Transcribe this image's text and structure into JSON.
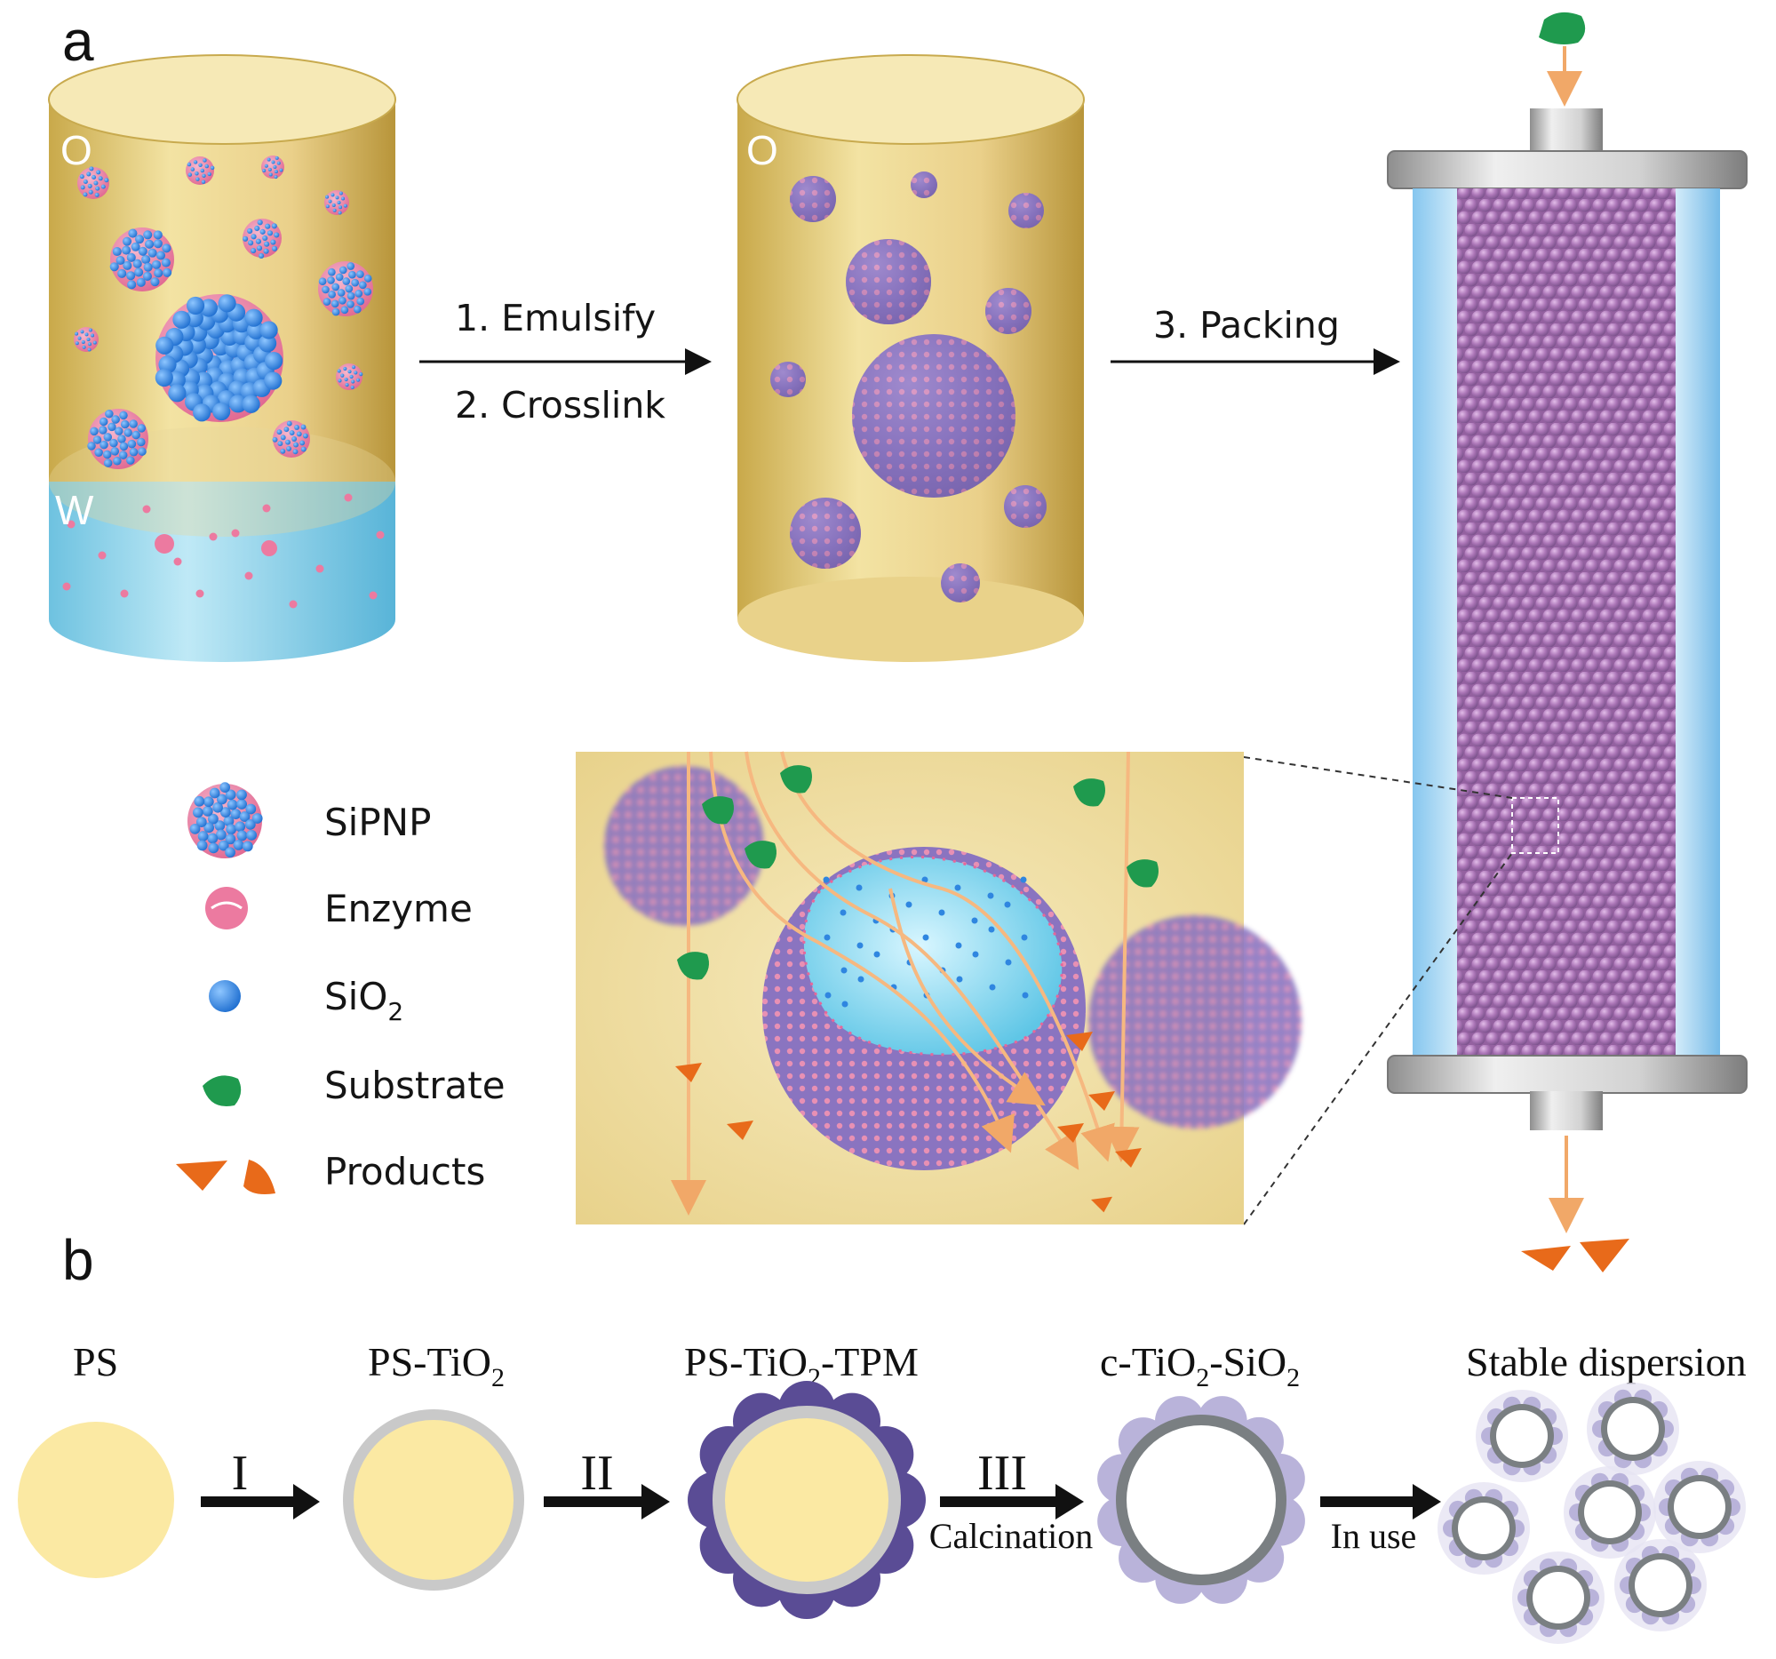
{
  "panel_a": {
    "label": "a",
    "vessel1": {
      "oil_label": "O",
      "water_label": "W"
    },
    "vessel2": {
      "oil_label": "O"
    },
    "arrow1": {
      "step1": "1. Emulsify",
      "step2": "2. Crosslink"
    },
    "arrow2": {
      "step3": "3. Packing"
    },
    "legend": [
      {
        "icon": "sipnp-icon",
        "label": "SiPNP"
      },
      {
        "icon": "enzyme-icon",
        "label": "Enzyme"
      },
      {
        "icon": "sio2-icon",
        "label": "SiO",
        "sub": "2"
      },
      {
        "icon": "substrate-icon",
        "label": "Substrate"
      },
      {
        "icon": "products-icon",
        "label": "Products"
      }
    ],
    "colors": {
      "oil": "#e6cf7a",
      "water": "#8fd4ec",
      "sipnp_shell": "#ec7aa0",
      "sio2": "#2f86e0",
      "substrate": "#1f9a4e",
      "products": "#e86a1a",
      "flow": "#f4b87a",
      "column_bead": "#a85aa8"
    }
  },
  "panel_b": {
    "label": "b",
    "stages": [
      {
        "title": "PS",
        "title_sub": "",
        "title_tail": ""
      },
      {
        "title": "PS-TiO",
        "title_sub": "2",
        "title_tail": ""
      },
      {
        "title": "PS-TiO",
        "title_sub": "2",
        "title_tail": "-TPM"
      },
      {
        "title": "c-TiO",
        "title_sub": "2",
        "title_tail": "-SiO",
        "title_sub2": "2"
      },
      {
        "title": "Stable dispersion",
        "title_sub": "",
        "title_tail": ""
      }
    ],
    "arrows": [
      {
        "top": "I",
        "bottom": ""
      },
      {
        "top": "II",
        "bottom": ""
      },
      {
        "top": "III",
        "bottom": "Calcination"
      },
      {
        "top": "",
        "bottom": "In use"
      }
    ],
    "colors": {
      "ps_core": "#fbe9a3",
      "tio2_shell": "#c9c9c9",
      "tpm": "#5a4c95",
      "calcined_shell": "#7a7f82",
      "calcined_tpm": "#b9b3da"
    }
  }
}
